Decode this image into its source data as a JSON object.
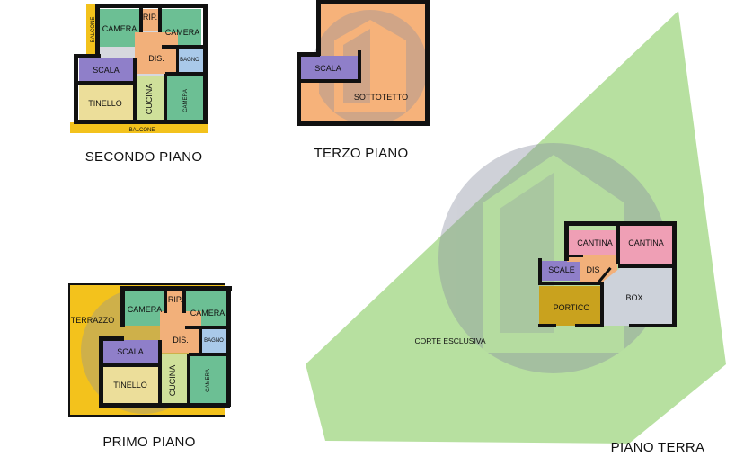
{
  "colors": {
    "green_area": "#b7e0a0",
    "camera": "#6cbf94",
    "scala": "#8f7fc9",
    "dis": "#f2b07a",
    "bagno": "#a9c9e9",
    "tinello": "#ecde9a",
    "cucina": "#cfe09a",
    "balcone": "#f3c21c",
    "sottotetto": "#f6b27a",
    "cantina": "#ef9fb5",
    "portico": "#c9a21e",
    "box": "#cdd2da",
    "watermark": "#8a8fa0"
  },
  "icons": [
    "house-logo-watermark"
  ],
  "secondo_piano": {
    "title": "SECONDO PIANO",
    "balcone_left": "BALCONE",
    "balcone_bottom": "BALCONE",
    "camera_left": "CAMERA",
    "rip": "RIP.",
    "camera_right": "CAMERA",
    "dis": "DIS.",
    "bagno": "BAGNO",
    "scala": "SCALA",
    "tinello": "TINELLO",
    "cucina": "CUCINA",
    "camera_small": "CAMERA"
  },
  "terzo_piano": {
    "title": "TERZO PIANO",
    "scala": "SCALA",
    "sottotetto": "SOTTOTETTO"
  },
  "primo_piano": {
    "title": "PRIMO PIANO",
    "terrazzo": "TERRAZZO",
    "camera_left": "CAMERA",
    "rip": "RIP.",
    "camera_right": "CAMERA",
    "dis": "DIS.",
    "bagno": "BAGNO",
    "scala": "SCALA",
    "tinello": "TINELLO",
    "cucina": "CUCINA",
    "camera_small": "CAMERA"
  },
  "piano_terra": {
    "title": "PIANO TERRA",
    "corte": "CORTE ESCLUSIVA",
    "cantina_left": "CANTINA",
    "cantina_right": "CANTINA",
    "scale": "SCALE",
    "dis": "DIS",
    "portico": "PORTICO",
    "box": "BOX"
  }
}
